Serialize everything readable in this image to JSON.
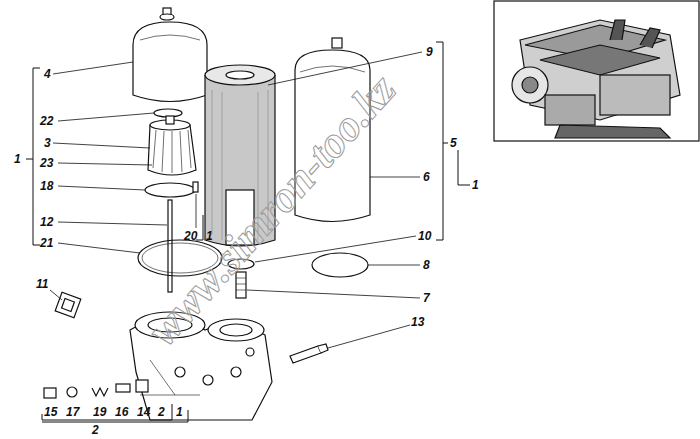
{
  "diagram": {
    "labels": [
      "1",
      "4",
      "22",
      "3",
      "23",
      "18",
      "12",
      "21",
      "20",
      "1",
      "9",
      "5",
      "6",
      "1",
      "10",
      "8",
      "7",
      "11",
      "13",
      "15",
      "17",
      "19",
      "16",
      "14",
      "2",
      "1",
      "2",
      "www.simron-too.kz"
    ]
  }
}
